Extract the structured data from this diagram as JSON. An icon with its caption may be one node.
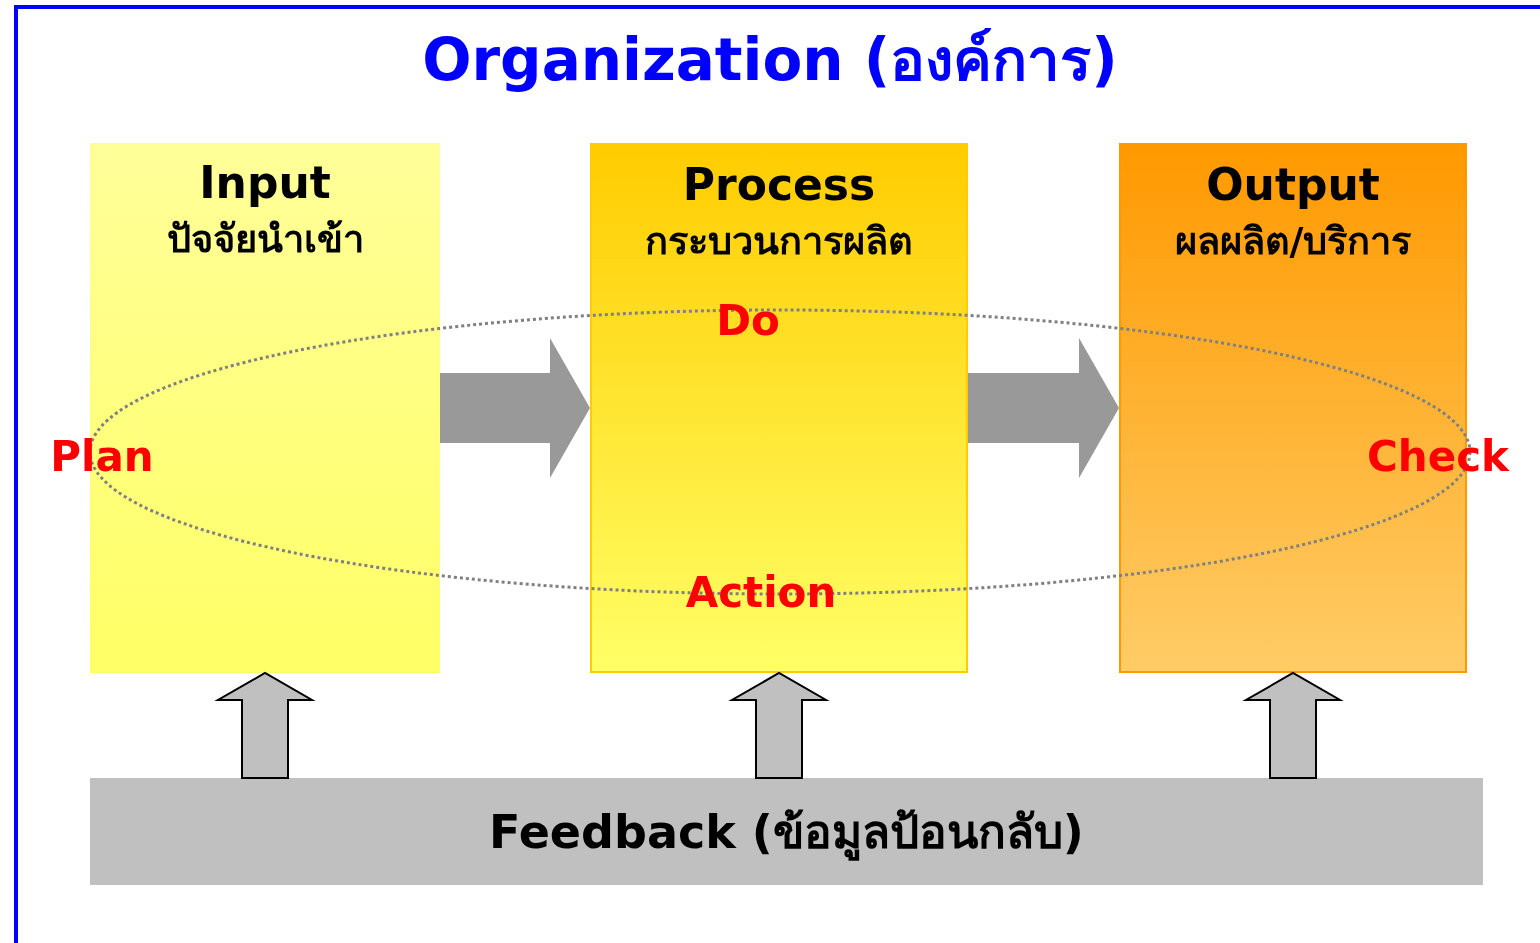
{
  "diagram": {
    "title": "Organization (องค์การ)",
    "nodes": [
      {
        "text": [
          "Input",
          "ปัจจัยนำเข้า"
        ]
      },
      {
        "text": [
          "Process",
          "กระบวนการผลิต"
        ]
      },
      {
        "text": [
          "Output",
          "ผลผลิต/บริการ"
        ]
      },
      {
        "text": [
          "Feedback (ข้อมูลป้อนกลับ)"
        ]
      }
    ],
    "edges": [
      {
        "from": 0,
        "to": 1,
        "arrow": "to",
        "color": "#999999"
      },
      {
        "from": 1,
        "to": 2,
        "arrow": "to",
        "color": "#999999"
      },
      {
        "from": 3,
        "to": 0,
        "arrow": "to"
      },
      {
        "from": 3,
        "to": 1,
        "arrow": "to"
      },
      {
        "from": 3,
        "to": 2,
        "arrow": "to"
      }
    ],
    "labels": [
      "Do",
      "Plan",
      "Check",
      "Action"
    ]
  }
}
